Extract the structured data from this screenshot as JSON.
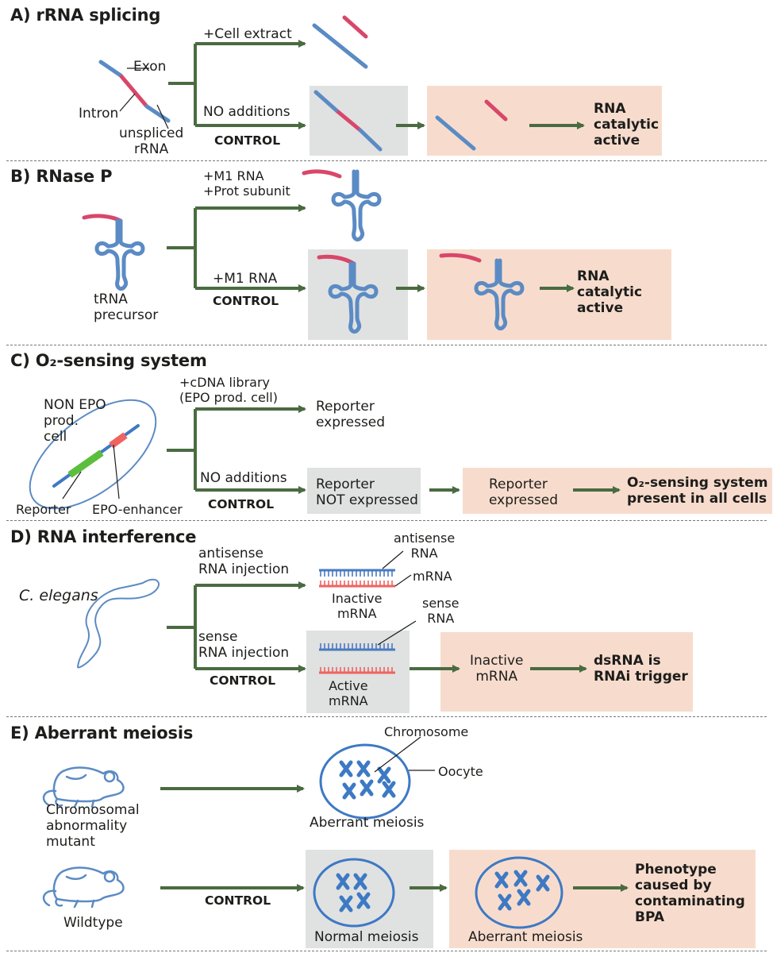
{
  "colors": {
    "blue": "#5b8bc4",
    "red": "#d8476a",
    "arrow": "#4a6b41",
    "gray_box": "#e0e1e1",
    "pink_box": "#f7dccd",
    "green": "#5bbf3d",
    "salmon": "#ef6360"
  },
  "sections": {
    "a": {
      "title": "A) rRNA splicing",
      "exon": "Exon",
      "intron": "Intron",
      "unspliced": "unspliced\nrRNA",
      "top_branch": "+Cell extract",
      "bottom_branch": "NO additions",
      "control": "CONTROL",
      "result": "RNA\ncatalytic\nactive"
    },
    "b": {
      "title": "B) RNase P",
      "top_branch": "+M1 RNA\n+Prot subunit",
      "bottom_branch": "+M1 RNA",
      "control": "CONTROL",
      "precursor": "tRNA\nprecursor",
      "result": "RNA\ncatalytic\nactive"
    },
    "c": {
      "title": "C) O₂-sensing system",
      "cell": "NON EPO\nprod.\ncell",
      "reporter": "Reporter",
      "enhancer": "EPO-enhancer",
      "top_branch": "+cDNA library\n(EPO prod. cell)",
      "top_result": "Reporter\nexpressed",
      "bottom_branch": "NO additions",
      "control": "CONTROL",
      "gray_text": "Reporter\nNOT expressed",
      "pink_text": "Reporter\nexpressed",
      "result": "O₂-sensing system\npresent in all cells"
    },
    "d": {
      "title": "D) RNA interference",
      "organism": "C. elegans",
      "top_branch": "antisense\nRNA injection",
      "antisense": "antisense\nRNA",
      "mrna": "mRNA",
      "inactive_top": "Inactive\nmRNA",
      "sense": "sense\nRNA",
      "bottom_branch": "sense\nRNA injection",
      "control": "CONTROL",
      "active": "Active\nmRNA",
      "inactive_pink": "Inactive\nmRNA",
      "result": "dsRNA is\nRNAi trigger"
    },
    "e": {
      "title": "E) Aberrant meiosis",
      "mutant": "Chromosomal\nabnormality\nmutant",
      "chromosome": "Chromosome",
      "oocyte": "Oocyte",
      "aberrant_top": "Aberrant meiosis",
      "wildtype": "Wildtype",
      "control": "CONTROL",
      "normal": "Normal meiosis",
      "aberrant_pink": "Aberrant meiosis",
      "result": "Phenotype\ncaused by\ncontaminating\nBPA"
    }
  }
}
